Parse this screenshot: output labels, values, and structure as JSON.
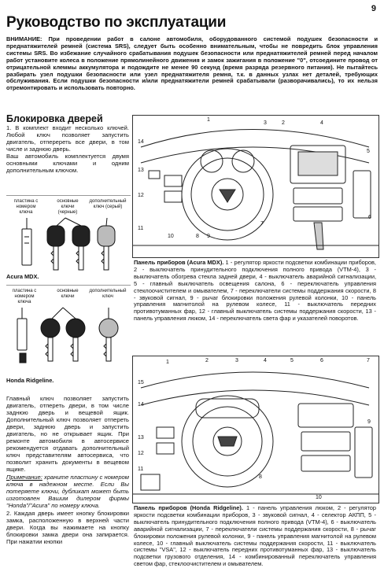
{
  "page": {
    "number": "9",
    "title": "Руководство по эксплуатации",
    "warning_lead": "ВНИМАНИЕ:",
    "warning_text": "При проведении работ в салоне автомобиля, оборудованного системой подушек безопасности и преднатяжителей ремней (система SRS), следует быть особенно внимательным, чтобы не повредить блок управления системы SRS. Во избежание случайного срабатывания подушек безопасности или преднатяжителей ремней перед началом работ установите колеса в положение прямолинейного движения и замок зажигания в положение \"0\", отсоедините провод от отрицательной клеммы аккумулятора и подождите не менее 90 секунд (время разряда резервного питания). Не пытайтесь разбирать узел подушки безопасности или узел преднатяжителя ремня, т.к. в данных узлах нет деталей, требующих обслуживания. Если подушки безопасности и/или преднатяжители ремней срабатывали (разворачивались), то их нельзя отремонтировать и использовать повторно."
  },
  "section": {
    "title": "Блокировка дверей",
    "intro": "1. В комплект входит несколько ключей. Любой ключ позволяет запустить двигатель, отперереть все двери, в том числе и заднюю дверь.",
    "intro2": "Ваш автомобиль комплектуется двумя основными ключами и одним дополнительным ключом."
  },
  "keys_mdx": {
    "label_plate": "пластина с номером ключа",
    "label_main": "основные ключи (черные)",
    "label_extra": "дополнительный ключ (серый)",
    "caption": "Acura MDX."
  },
  "keys_ridgeline": {
    "label_plate": "пластина с номером ключа",
    "label_main": "основные ключи",
    "label_extra": "дополнительный ключ",
    "caption": "Honda Ridgeline."
  },
  "body": {
    "p1": "Главный ключ позволяет запустить двигатель, отпереть двери, в том числе заднюю дверь и вещевой ящик. Дополнительный ключ позволяет отпереть двери, заднюю дверь и запустить двигатель, но не открывает ящик. При ремонте автомобиля в автосервисе рекомендуется отдавать дополнительный ключ представителям автосервиса, что позволит хранить документы в вещевом ящике.",
    "note_label": "Примечание:",
    "note": "храните пластину с номером ключа в надежном месте. Если Вы потеряете ключи, дубликат может быть изготовлен Вашим дилером фирмы \"Honda\"/\"Acura\" по номеру ключа.",
    "p2": "2. Каждая дверь имеет кнопку блокировки замка, расположенную в верхней части двери. Когда вы нажимаете на кнопку блокировки замка двери она запирается. При нажатии кнопки"
  },
  "figure1": {
    "callouts": [
      "1",
      "2",
      "3",
      "4",
      "5",
      "6",
      "7",
      "8",
      "9",
      "10",
      "11",
      "12",
      "13",
      "14"
    ],
    "caption_lead": "Панель приборов (Acura MDX).",
    "caption": "1 - регулятор яркости подсветки комбинации приборов, 2 - выключатель принудительного подключения полного привода (VTM-4), 3 - выключатель обогрева стекла задней двери, 4 - выключатель аварийной сигнализации, 5 - главный выключатель освещения салона, 6 - переключатель управления стеклоочистителем и омывателем, 7 - переключатели системы поддержания скорости, 8 - звуковой сигнал, 9 - рычаг блокировки положения рулевой колонки, 10 - панель управления магнитолой на рулевом колесе, 11 - выключатель передних противотуманных фар, 12 - главный выключатель системы поддержания скорости, 13 - панель управления люком, 14 - переключатель света фар и указателей поворотов."
  },
  "figure2": {
    "callouts": [
      "1",
      "2",
      "3",
      "4",
      "5",
      "6",
      "7",
      "8",
      "9",
      "10",
      "11",
      "12",
      "13",
      "14",
      "15"
    ],
    "caption_lead": "Панель приборов (Honda Ridgeline).",
    "caption": "1 - панель управления люком, 2 - регулятор яркости подсветки комбинации приборов, 3 - звуковой сигнал, 4 - селектор АКПП, 5 - выключатель принудительного подключения полного привода (VTM-4), 6 - выключатель аварийной сигнализации, 7 - переключатели системы поддержания скорости, 8 - рычаг блокировки положения рулевой колонки, 9 - панель управления магнитолой на рулевом колесе, 10 - главный выключатель системы поддержания скорости, 11 - выключатель системы \"VSA\", 12 - выключатель передних противотуманных фар, 13 - выключатель подсветки грузового отделения, 14 - комбинированный переключатель управления светом фар, стеклоочистителем и омывателем."
  }
}
